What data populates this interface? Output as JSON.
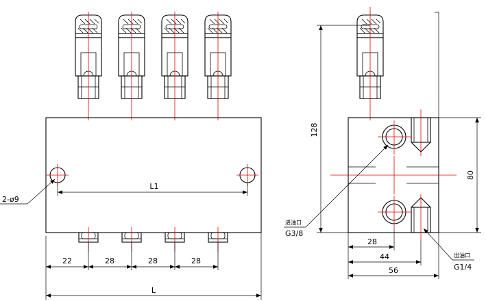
{
  "front_view": {
    "dims": {
      "overall_length": "L",
      "hole_spacing": "L1",
      "first_offset": "22",
      "pitch": [
        "28",
        "28",
        "28"
      ]
    },
    "hole_callout": "2-ø9"
  },
  "side_view": {
    "dims": {
      "height_total": "128",
      "body_height": "80",
      "d28": "28",
      "d44": "44",
      "d56": "56"
    },
    "inlet": {
      "cn": "进油口",
      "size": "G3/8"
    },
    "outlet": {
      "cn": "出油口",
      "size": "G1/4"
    }
  }
}
